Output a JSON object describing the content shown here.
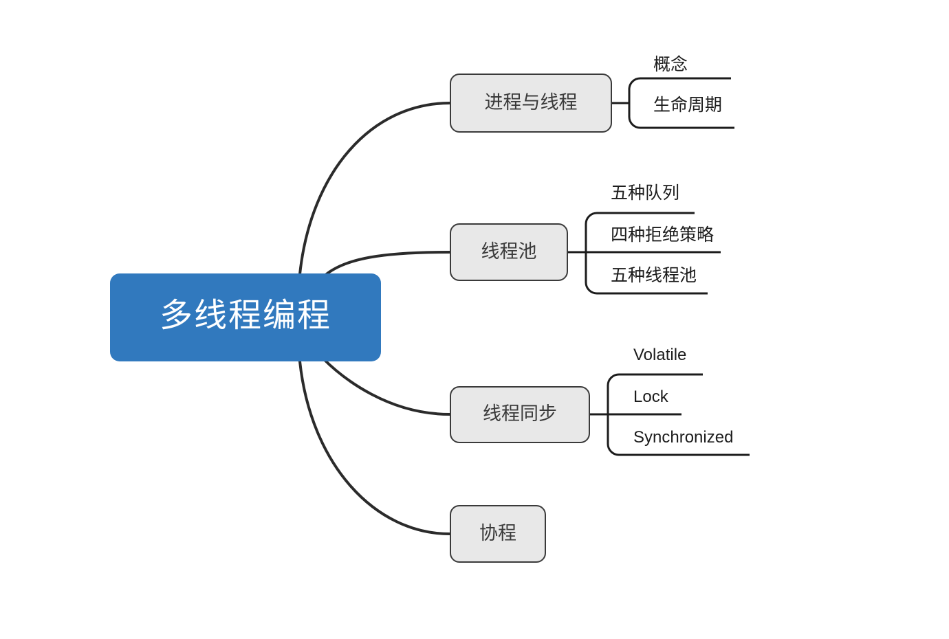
{
  "diagram": {
    "type": "mindmap",
    "title": "多线程编程",
    "background_color": "#ffffff",
    "root": {
      "label": "多线程编程",
      "fill_color": "#3179be",
      "text_color": "#ffffff"
    },
    "branches": [
      {
        "label": "进程与线程",
        "fill_color": "#e8e8e8",
        "border_color": "#3a3a3a",
        "children": [
          {
            "label": "概念"
          },
          {
            "label": "生命周期"
          }
        ]
      },
      {
        "label": "线程池",
        "fill_color": "#e8e8e8",
        "border_color": "#3a3a3a",
        "children": [
          {
            "label": "五种队列"
          },
          {
            "label": "四种拒绝策略"
          },
          {
            "label": "五种线程池"
          }
        ]
      },
      {
        "label": "线程同步",
        "fill_color": "#e8e8e8",
        "border_color": "#3a3a3a",
        "children": [
          {
            "label": "Volatile"
          },
          {
            "label": "Lock"
          },
          {
            "label": "Synchronized"
          }
        ]
      },
      {
        "label": "协程",
        "fill_color": "#e8e8e8",
        "border_color": "#3a3a3a",
        "children": []
      }
    ]
  }
}
